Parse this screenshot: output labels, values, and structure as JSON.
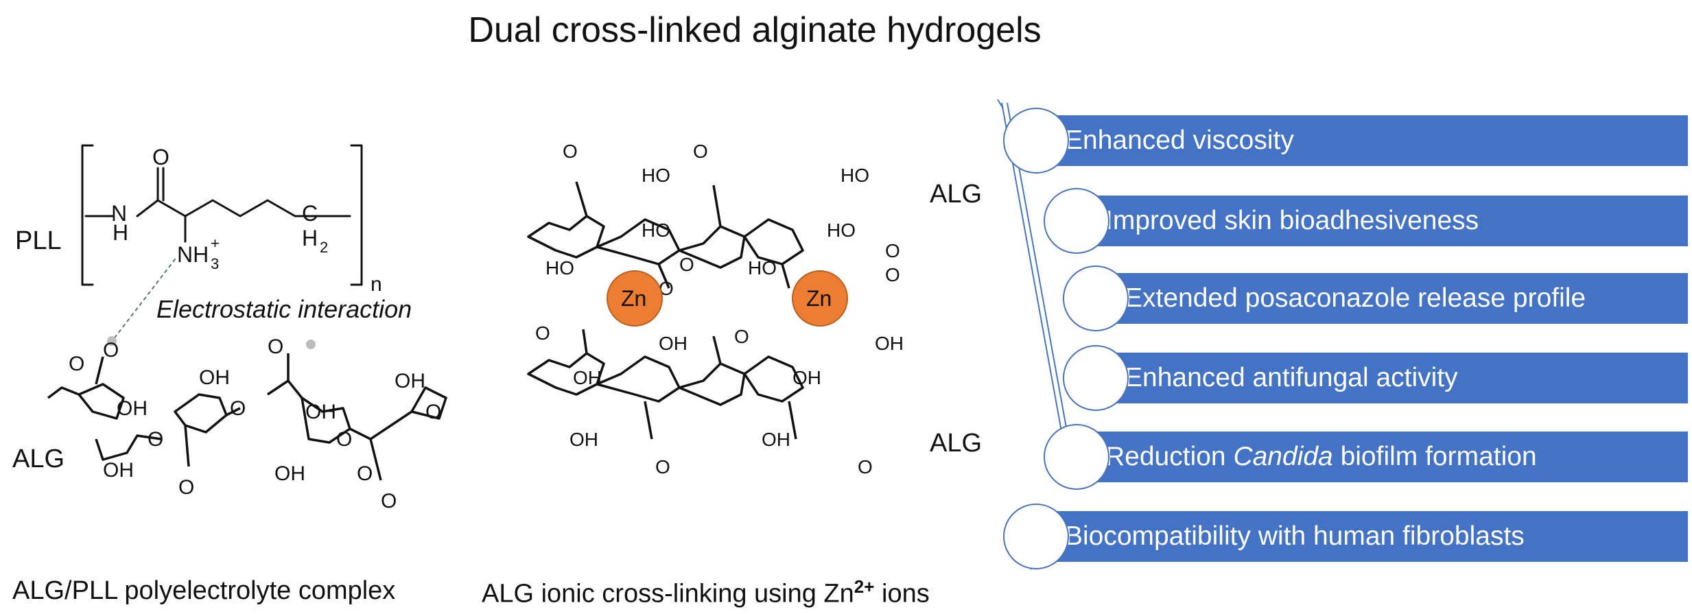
{
  "title": "Dual cross-linked alginate hydrogels",
  "left_panel": {
    "pll_label": "PLL",
    "alg_label": "ALG",
    "repeat_subscript": "n",
    "interaction_label": "Electrostatic interaction",
    "caption": "ALG/PLL polyelectrolyte complex"
  },
  "middle_panel": {
    "alg_top_label": "ALG",
    "alg_bottom_label": "ALG",
    "zn_label_1": "Zn",
    "zn_label_2": "Zn",
    "caption_prefix": "ALG ionic cross-linking using Zn",
    "caption_sup": "2+",
    "caption_suffix": " ions",
    "zn_color": "#ed7d31"
  },
  "right_panel": {
    "accent": "#4472c4",
    "items": [
      {
        "label": "Enhanced viscosity"
      },
      {
        "label": "Improved skin bioadhesiveness"
      },
      {
        "label": "Extended posaconazole release profile"
      },
      {
        "label": "Enhanced antifungal activity"
      },
      {
        "label_before": "Reduction ",
        "label_italic": "Candida",
        "label_after": " biofilm formation"
      },
      {
        "label": "Biocompatibility with human fibroblasts"
      }
    ]
  }
}
